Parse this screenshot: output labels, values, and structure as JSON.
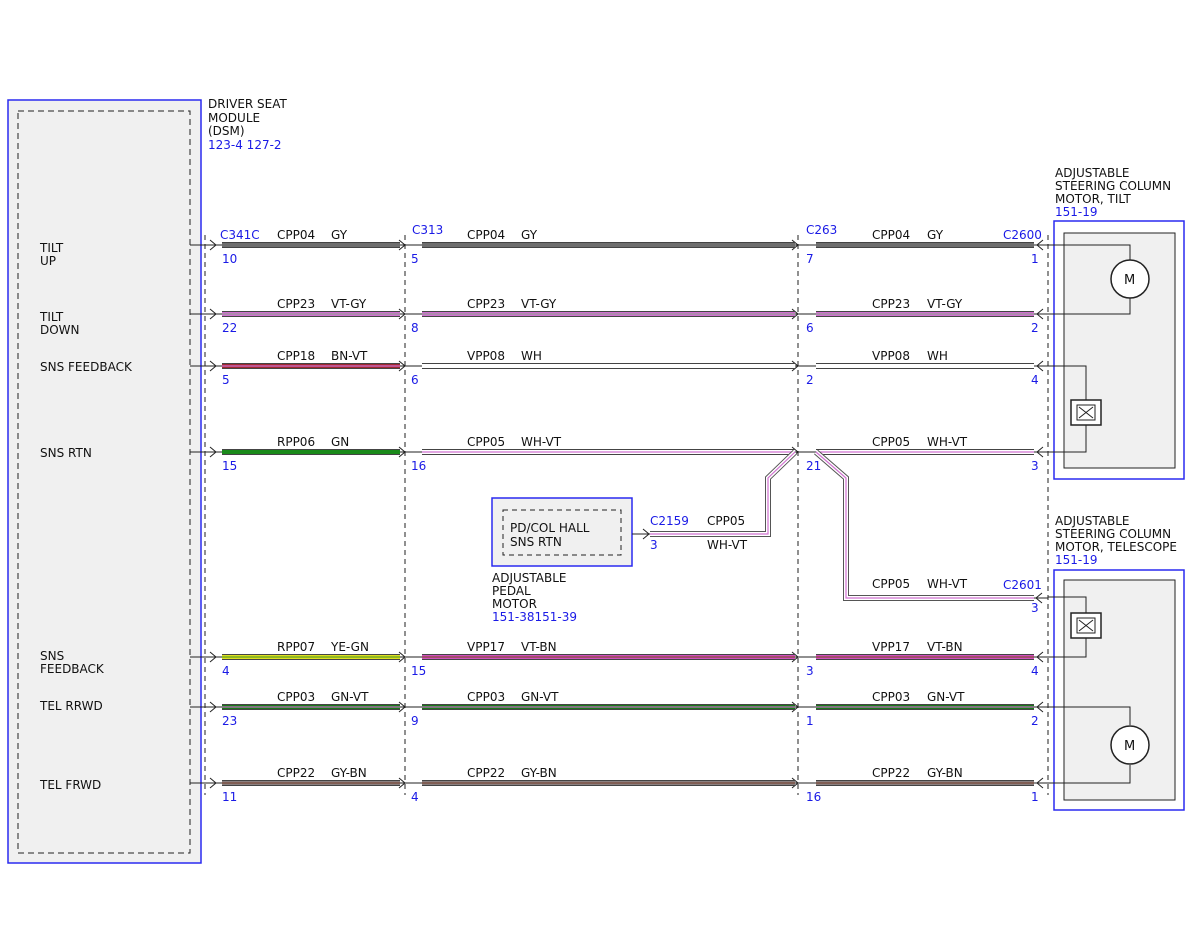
{
  "dsm": {
    "title_lines": [
      "DRIVER SEAT",
      "MODULE",
      "(DSM)"
    ],
    "ref": "123-4 127-2",
    "pin_labels": {
      "tilt_up": [
        "TILT",
        "UP"
      ],
      "tilt_down": [
        "TILT",
        "DOWN"
      ],
      "sns_feedback_1": [
        "SNS FEEDBACK"
      ],
      "sns_rtn": [
        "SNS RTN"
      ],
      "sns_feedback_2": [
        "SNS",
        "FEEDBACK"
      ],
      "tel_rrwd": [
        "TEL RRWD"
      ],
      "tel_frwd": [
        "TEL FRWD"
      ]
    }
  },
  "connectors": {
    "c1": "C341C",
    "c2": "C313",
    "c3": "C263",
    "c4": "C2600",
    "c5": "C2601",
    "c6": "C2159"
  },
  "tilt_motor": {
    "title_lines": [
      "ADJUSTABLE",
      "STEERING COLUMN",
      "MOTOR, TILT"
    ],
    "ref": "151-19",
    "symbol": "M"
  },
  "telescope_motor": {
    "title_lines": [
      "ADJUSTABLE",
      "STEERING COLUMN",
      "MOTOR, TELESCOPE"
    ],
    "ref": "151-19",
    "symbol": "M"
  },
  "pedal_motor": {
    "inner_lines": [
      "PD/COL HALL",
      "SNS RTN"
    ],
    "title_lines": [
      "ADJUSTABLE",
      "PEDAL",
      "MOTOR"
    ],
    "ref": "151-38151-39",
    "pin": "3",
    "circuit": "CPP05",
    "color": "WH-VT"
  },
  "branch_c2601": {
    "circuit": "CPP05",
    "color": "WH-VT",
    "pin": "3"
  },
  "wires": [
    {
      "p1": "10",
      "p2": "5",
      "p3": "7",
      "p4": "1",
      "s1": {
        "c": "CPP04",
        "col": "GY"
      },
      "s2": {
        "c": "CPP04",
        "col": "GY"
      },
      "s3": {
        "c": "CPP04",
        "col": "GY"
      },
      "base": "#6e6e6e",
      "stripe": "#6e6e6e"
    },
    {
      "p1": "22",
      "p2": "8",
      "p3": "6",
      "p4": "2",
      "s1": {
        "c": "CPP23",
        "col": "VT-GY"
      },
      "s2": {
        "c": "CPP23",
        "col": "VT-GY"
      },
      "s3": {
        "c": "CPP23",
        "col": "VT-GY"
      },
      "base": "#d070d0",
      "stripe": "#9a9a9a"
    },
    {
      "p1": "5",
      "p2": "6",
      "p3": "2",
      "p4": "4",
      "s1": {
        "c": "CPP18",
        "col": "BN-VT"
      },
      "s2": {
        "c": "VPP08",
        "col": "WH"
      },
      "s3": {
        "c": "VPP08",
        "col": "WH"
      },
      "base1": "#a02830",
      "stripe1": "#d070d0",
      "base": "#ffffff",
      "stripe": "#ffffff"
    },
    {
      "p1": "15",
      "p2": "16",
      "p3": "21",
      "p4": "3",
      "s1": {
        "c": "RPP06",
        "col": "GN"
      },
      "s2": {
        "c": "CPP05",
        "col": "WH-VT"
      },
      "s3": {
        "c": "CPP05",
        "col": "WH-VT"
      },
      "base1": "#1a8a1a",
      "stripe1": "#1a8a1a",
      "base": "#ffffff",
      "stripe": "#d070d0"
    },
    {
      "p1": "4",
      "p2": "15",
      "p3": "3",
      "p4": "4",
      "s1": {
        "c": "RPP07",
        "col": "YE-GN"
      },
      "s2": {
        "c": "VPP17",
        "col": "VT-BN"
      },
      "s3": {
        "c": "VPP17",
        "col": "VT-BN"
      },
      "base1": "#e0e020",
      "stripe1": "#60a020",
      "base": "#d050c0",
      "stripe": "#8a4a3a"
    },
    {
      "p1": "23",
      "p2": "9",
      "p3": "1",
      "p4": "2",
      "s1": {
        "c": "CPP03",
        "col": "GN-VT"
      },
      "s2": {
        "c": "CPP03",
        "col": "GN-VT"
      },
      "s3": {
        "c": "CPP03",
        "col": "GN-VT"
      },
      "base": "#1a7a1a",
      "stripe": "#c070c0"
    },
    {
      "p1": "11",
      "p2": "4",
      "p3": "16",
      "p4": "1",
      "s1": {
        "c": "CPP22",
        "col": "GY-BN"
      },
      "s2": {
        "c": "CPP22",
        "col": "GY-BN"
      },
      "s3": {
        "c": "CPP22",
        "col": "GY-BN"
      },
      "base": "#8a8080",
      "stripe": "#7a4a3a"
    }
  ],
  "colors": {
    "module_outline": "#2a2af0",
    "module_fill": "#f0f0f0",
    "label_blue": "#1a1ae6"
  }
}
